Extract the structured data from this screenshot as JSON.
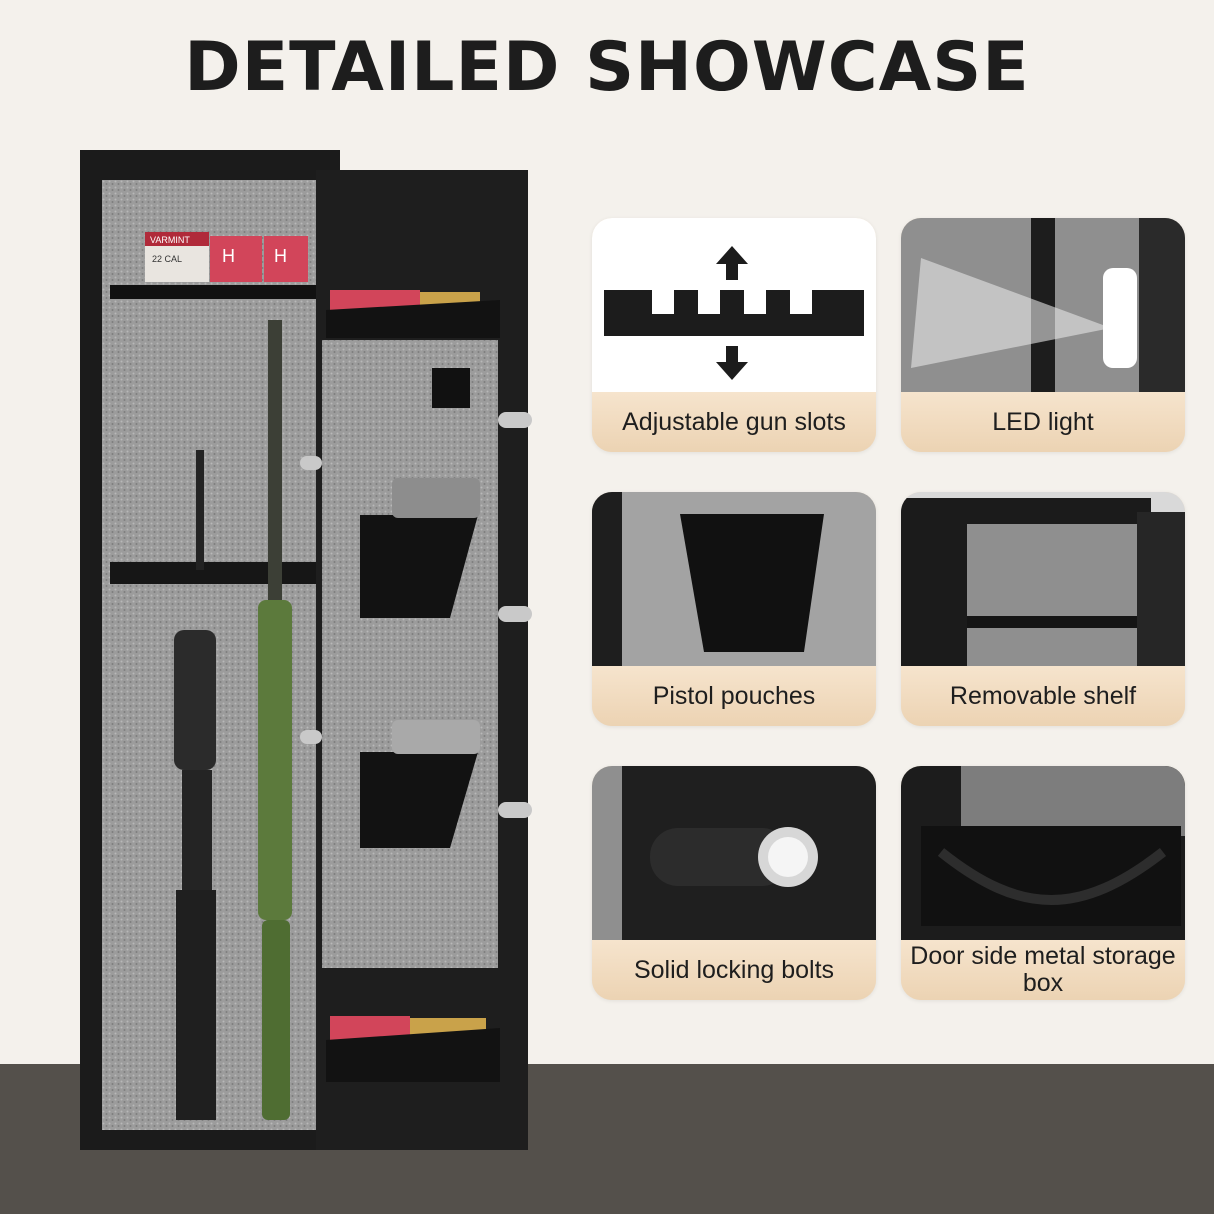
{
  "title": "DETAILED SHOWCASE",
  "ammo_box_labels": [
    "VARMINT",
    "22 CAL",
    "H",
    "H"
  ],
  "features": [
    {
      "caption": "Adjustable gun slots",
      "icon": "gun-rack-icon"
    },
    {
      "caption": "LED light",
      "icon": "led-light-icon"
    },
    {
      "caption": "Pistol pouches",
      "icon": "pistol-pouch-icon"
    },
    {
      "caption": "Removable shelf",
      "icon": "shelf-icon"
    },
    {
      "caption": "Solid locking bolts",
      "icon": "locking-bolt-icon"
    },
    {
      "caption": "Door side metal storage box",
      "icon": "storage-box-icon"
    }
  ],
  "colors": {
    "background": "#f4f1ec",
    "floor": "#54504b",
    "caption_bar": "#f0d9bd",
    "steel": "#1a1a1a",
    "felt": "#9a9a9a"
  }
}
